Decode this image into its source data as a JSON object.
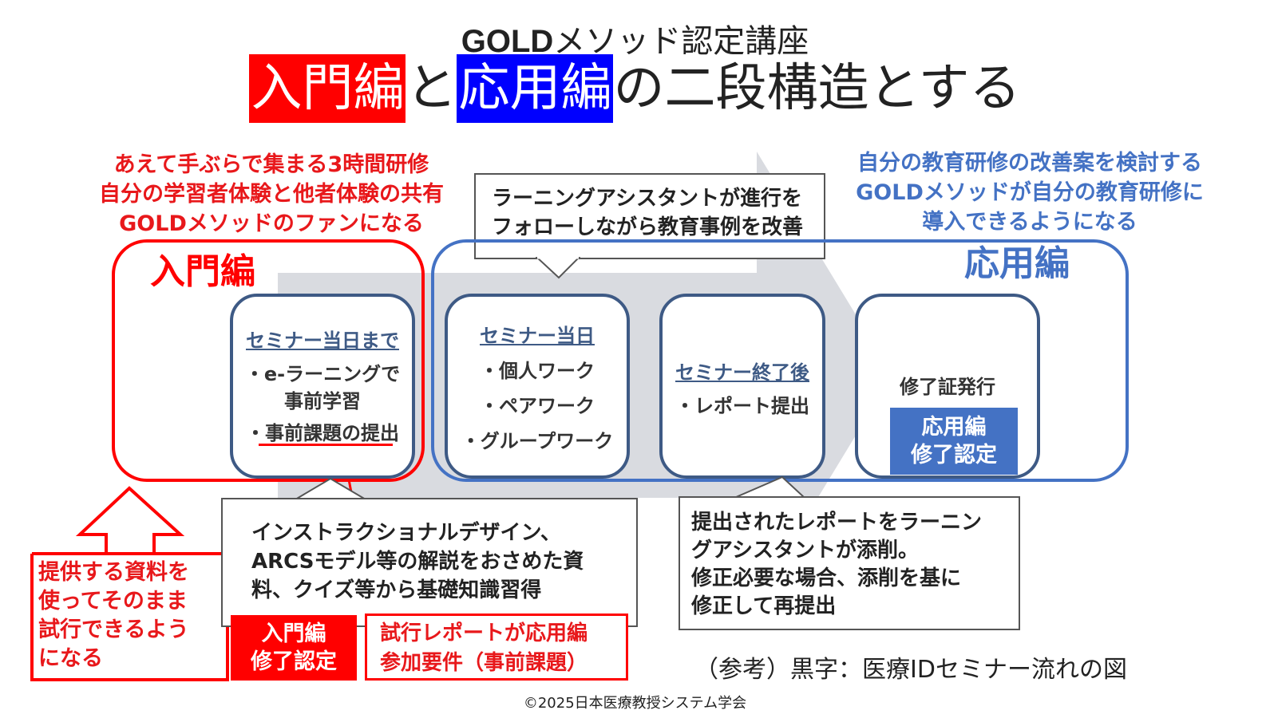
{
  "title": {
    "line1_gold": "GOLD",
    "line1_rest": "メソッド認定講座",
    "line2_intro": "入門編",
    "line2_to": "と",
    "line2_adv": "応用編",
    "line2_rest": "の二段構造とする"
  },
  "red_intro_lines": [
    "あえて手ぶらで集まる3時間研修",
    "自分の学習者体験と他者体験の共有",
    "GOLDメソッドのファンになる"
  ],
  "blue_intro_lines": [
    "自分の教育研修の改善案を検討する",
    "GOLDメソッドが自分の教育研修に",
    "導入できるようになる"
  ],
  "callout_top_lines": [
    "ラーニングアシスタントが進行を",
    "フォローしながら教育事例を改善"
  ],
  "groups": {
    "intro_label": "入門編",
    "adv_label": "応用編"
  },
  "stages": {
    "before": {
      "heading": "セミナー当日まで",
      "item1a": "・e-ラーニングで",
      "item1b": "事前学習",
      "item2": "・事前課題の提出"
    },
    "day": {
      "heading": "セミナー当日",
      "items": [
        "・個人ワーク",
        "・ペアワーク",
        "・グループワーク"
      ]
    },
    "after": {
      "heading": "セミナー終了後",
      "item": "・レポート提出"
    },
    "cert": {
      "text": "修了証発行",
      "badge_line1": "応用編",
      "badge_line2": "修了認定"
    }
  },
  "callout_bottom_left": "インストラクショナルデザイン、ARCSモデル等の解説をおさめた資料、クイズ等から基礎知識習得",
  "callout_bottom_right_lines": [
    "提出されたレポートをラーニン",
    "グアシスタントが添削。",
    "修正必要な場合、添削を基に",
    "修正して再提出"
  ],
  "red_note_lines": [
    "提供する資料を",
    "使ってそのまま",
    "試行できるよう",
    "になる"
  ],
  "intro_badge": {
    "line1": "入門編",
    "line2": "修了認定"
  },
  "trial_box_lines": [
    "試行レポートが応用編",
    "参加要件（事前課題）"
  ],
  "reference_note": "（参考）黒字：医療IDセミナー流れの図",
  "copyright": "©2025日本医療教授システム学会",
  "colors": {
    "red": "#ff0000",
    "blue": "#4472c4",
    "navy": "#3e5a85",
    "arrow_gray": "#d9dbe0"
  }
}
